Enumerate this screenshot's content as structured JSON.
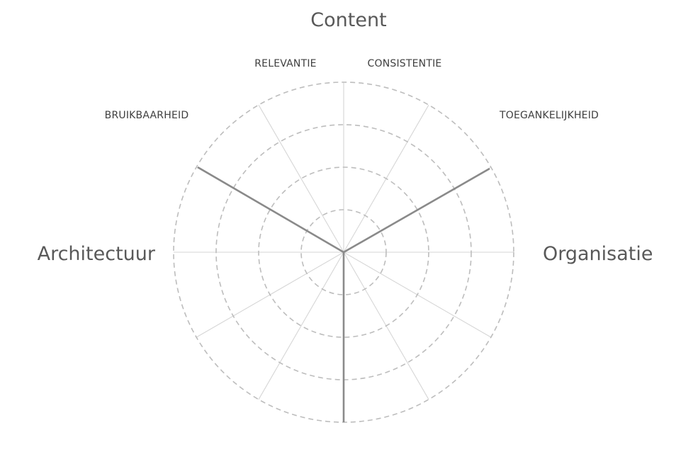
{
  "sections": {
    "content": "Content",
    "architecture": "Architectuur",
    "organisation": "Organisatie"
  },
  "criteria": {
    "relevance": "RELEVANTIE",
    "consistency": "CONSISTENTIE",
    "usability": "BRUIKBAARHEID",
    "accessibility": "TOEGANKELIJKHEID"
  },
  "rings": 4,
  "spokes": 12,
  "colors": {
    "ring": "#bdbdbd",
    "spoke": "#d6d6d6",
    "divider": "#8a8a8a",
    "section_text": "#595959",
    "criteria_text": "#3f3f3f"
  }
}
